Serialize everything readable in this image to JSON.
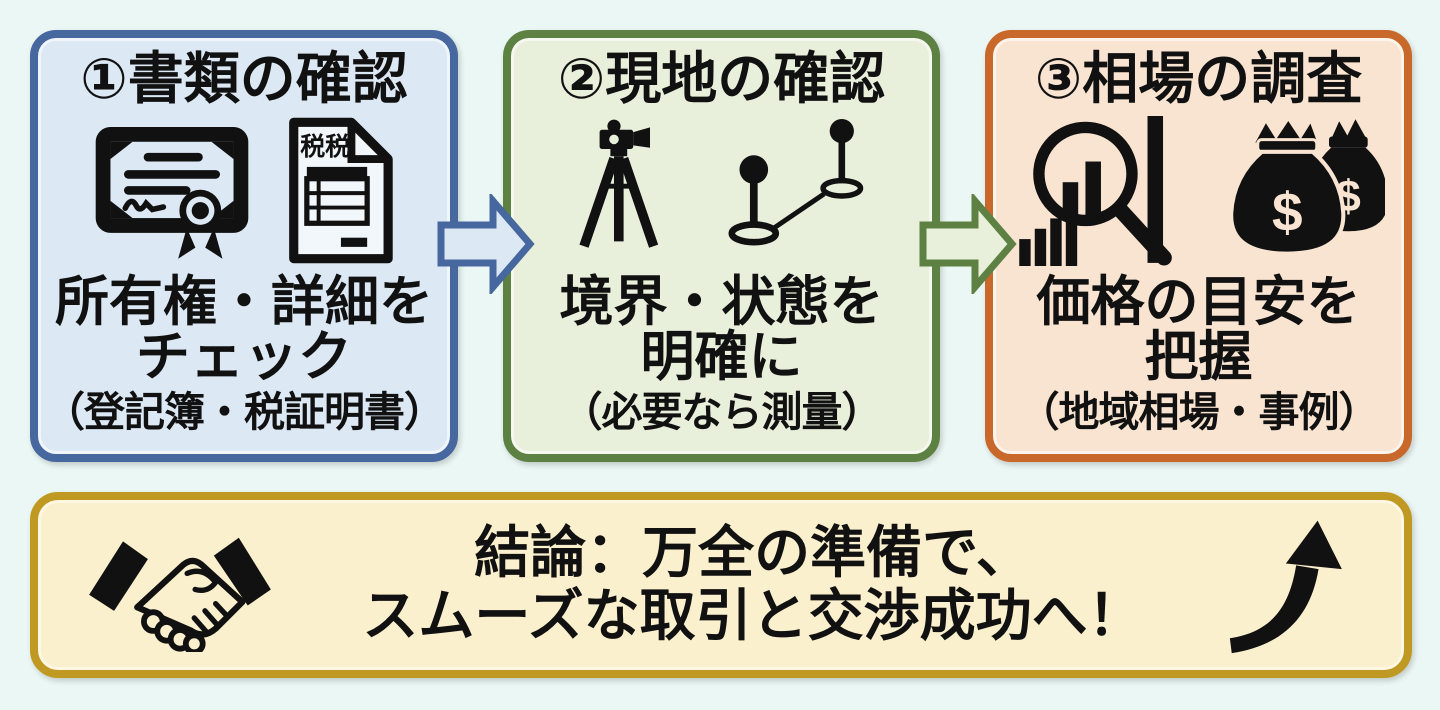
{
  "canvas": {
    "background": "#ebf7f4",
    "text_color": "#111111"
  },
  "steps": [
    {
      "title": "①書類の確認",
      "body_line1": "所有権・詳細を",
      "body_line2": "チェック",
      "note": "（登記簿・税証明書）",
      "border_color": "#46689e",
      "fill_color": "#dce8f4",
      "icons": [
        "certificate-icon",
        "tax-document-icon"
      ],
      "tax_doc_label": "税税"
    },
    {
      "title": "②現地の確認",
      "body_line1": "境界・状態を",
      "body_line2": "明確に",
      "note": "（必要なら測量）",
      "border_color": "#5d8142",
      "fill_color": "#e8efdb",
      "icons": [
        "survey-tripod-icon",
        "boundary-markers-icon"
      ]
    },
    {
      "title": "③相場の調査",
      "body_line1": "価格の目安を",
      "body_line2": "把握",
      "note": "（地域相場・事例）",
      "border_color": "#c8682a",
      "fill_color": "#f9e4d1",
      "icons": [
        "chart-magnifier-icon",
        "money-bags-icon"
      ],
      "money_symbol": "$"
    }
  ],
  "arrows": [
    {
      "direction": "right",
      "border_color": "#46689e",
      "fill_color": "#dce8f4"
    },
    {
      "direction": "right",
      "border_color": "#5d8142",
      "fill_color": "#e8efdb"
    }
  ],
  "conclusion": {
    "line1": "結論：万全の準備で、",
    "line2": "スムーズな取引と交渉成功へ！",
    "border_color": "#bf9922",
    "fill_color": "#fbf0cd",
    "icons": [
      "handshake-icon",
      "rising-arrow-icon"
    ]
  }
}
